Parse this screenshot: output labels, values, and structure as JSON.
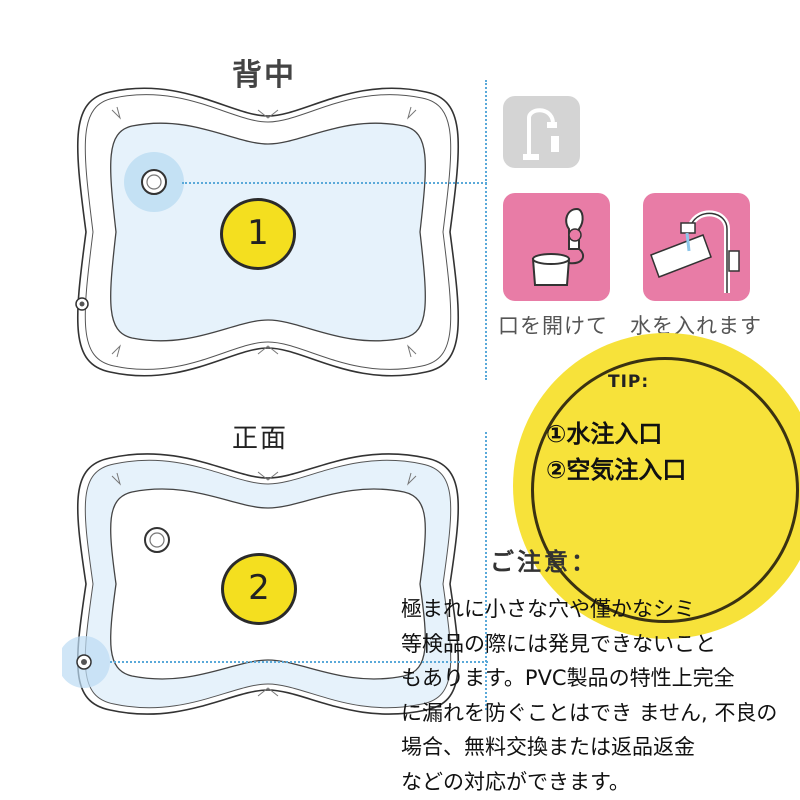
{
  "labels": {
    "back": "背中",
    "front": "正面",
    "mat_back_number": "1",
    "mat_front_number": "2"
  },
  "steps": {
    "caption": "口を開けて　水を入れます",
    "icons": [
      "faucet-icon",
      "open-cap-icon",
      "fill-water-icon"
    ]
  },
  "tip": {
    "title": "TIP:",
    "line1": "①水注入口",
    "line2": "②空気注入口"
  },
  "notice": {
    "heading": "ご注意：",
    "lines": [
      "極まれに小さな穴や僅かなシミ",
      "等検品の際には発見できないこと",
      "もあります。PVC製品の特性上完全",
      "に漏れを防ぐことはでき ません, 不良の",
      "場合、無料交換または返品返金",
      "などの対応ができます。"
    ]
  },
  "colors": {
    "tile_pink": "#e87ca6",
    "tile_grey": "#d4d4d4",
    "number_yellow": "#f4df1f",
    "tip_yellow": "#f7e23a",
    "guide_blue": "#5aa9d9",
    "mat_water": "#e6f2fb"
  }
}
